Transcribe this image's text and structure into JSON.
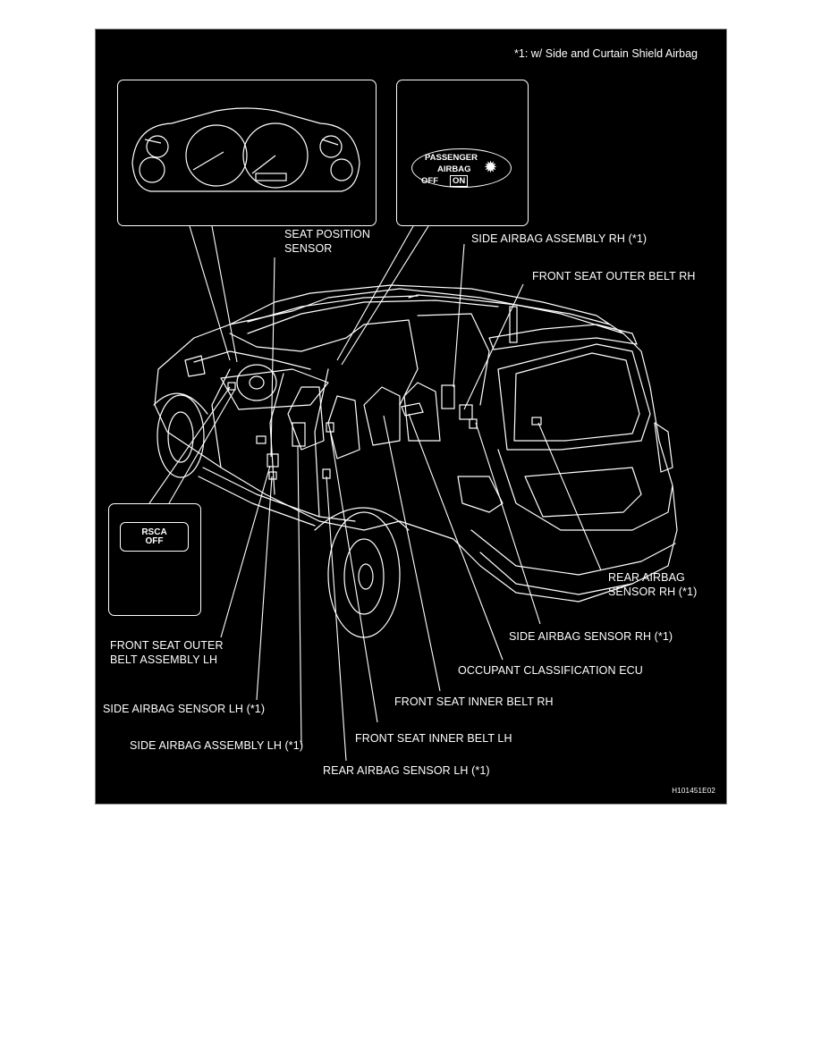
{
  "note": "*1: w/ Side and Curtain Shield Airbag",
  "figure_id": "H101451E02",
  "passenger_indicator": {
    "line1": "PASSENGER",
    "line2": "AIRBAG",
    "off": "OFF",
    "on": "ON"
  },
  "rsca_switch": {
    "line1": "RSCA",
    "line2": "OFF"
  },
  "labels": {
    "seat_position_sensor_1": "SEAT POSITION",
    "seat_position_sensor_2": "SENSOR",
    "side_airbag_assembly_rh": "SIDE AIRBAG ASSEMBLY RH (*1)",
    "front_seat_outer_belt_rh": "FRONT SEAT OUTER BELT RH",
    "rear_airbag_sensor_rh_1": "REAR AIRBAG",
    "rear_airbag_sensor_rh_2": "SENSOR RH (*1)",
    "side_airbag_sensor_rh": "SIDE AIRBAG SENSOR RH (*1)",
    "occupant_classification_ecu": "OCCUPANT CLASSIFICATION ECU",
    "front_seat_inner_belt_rh": "FRONT SEAT INNER BELT RH",
    "front_seat_inner_belt_lh": "FRONT SEAT INNER BELT LH",
    "rear_airbag_sensor_lh": "REAR AIRBAG SENSOR LH (*1)",
    "side_airbag_assembly_lh": "SIDE AIRBAG ASSEMBLY LH (*1)",
    "side_airbag_sensor_lh": "SIDE AIRBAG SENSOR LH (*1)",
    "front_seat_outer_belt_lh_1": "FRONT SEAT OUTER",
    "front_seat_outer_belt_lh_2": "BELT ASSEMBLY LH"
  }
}
